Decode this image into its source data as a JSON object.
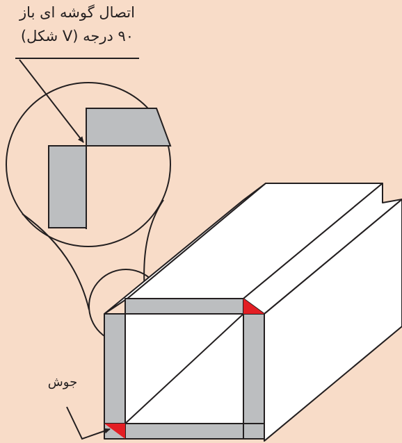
{
  "labels": {
    "corner_joint_title_line1": "اتصال گوشه ای باز",
    "corner_joint_title_line2": "۹۰ درجه (V شکل)",
    "weld": "جوش"
  },
  "colors": {
    "background": "#f8dcc8",
    "plate": "#bcbec0",
    "weld": "#e31e24",
    "outline": "#231f20",
    "face": "#ffffff"
  }
}
